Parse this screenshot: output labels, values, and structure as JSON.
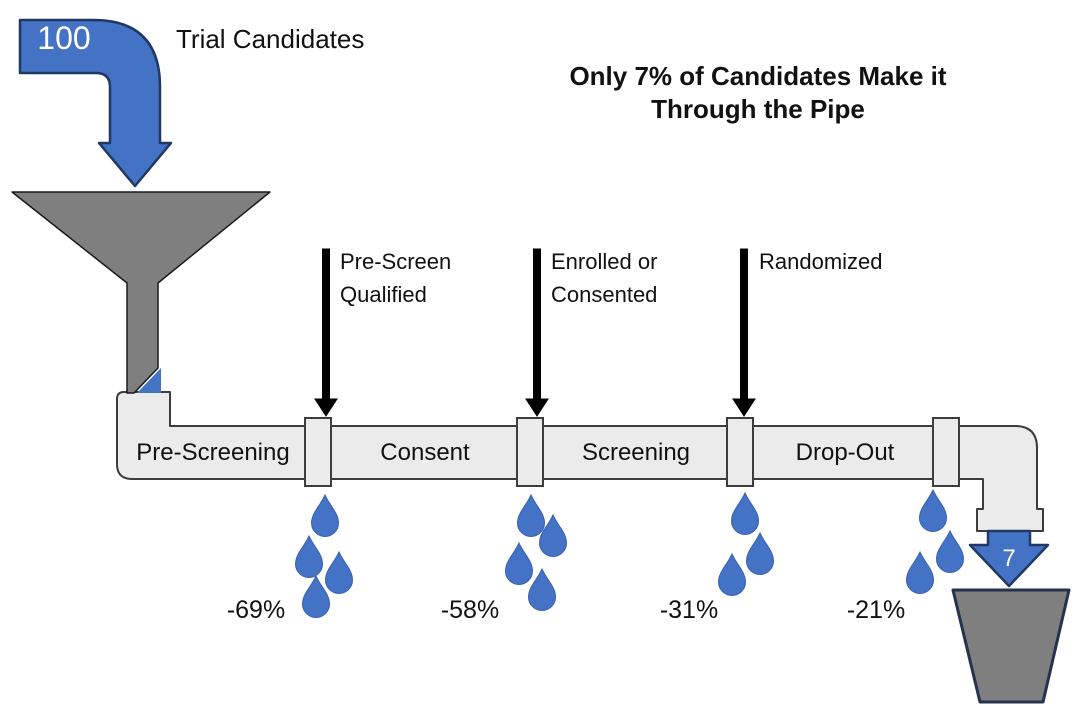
{
  "title": "Only 7% of Candidates Make it Through the Pipe",
  "inflow": {
    "count": "100",
    "label": "Trial Candidates"
  },
  "outflow": {
    "count": "7"
  },
  "markers": [
    {
      "label": "Pre-Screen Qualified"
    },
    {
      "label": "Enrolled or Consented"
    },
    {
      "label": "Randomized"
    }
  ],
  "stages": [
    {
      "name": "Pre-Screening",
      "loss": "-69%",
      "drops": 4
    },
    {
      "name": "Consent",
      "loss": "-58%",
      "drops": 4
    },
    {
      "name": "Screening",
      "loss": "-31%",
      "drops": 3
    },
    {
      "name": "Drop-Out",
      "loss": "-21%",
      "drops": 3
    }
  ],
  "colors": {
    "water": "#4472C4",
    "water_edge": "#1F3864",
    "funnel": "#7F7F7F",
    "pipe": "#EBEBEB",
    "bucket": "#7F7F7F"
  }
}
